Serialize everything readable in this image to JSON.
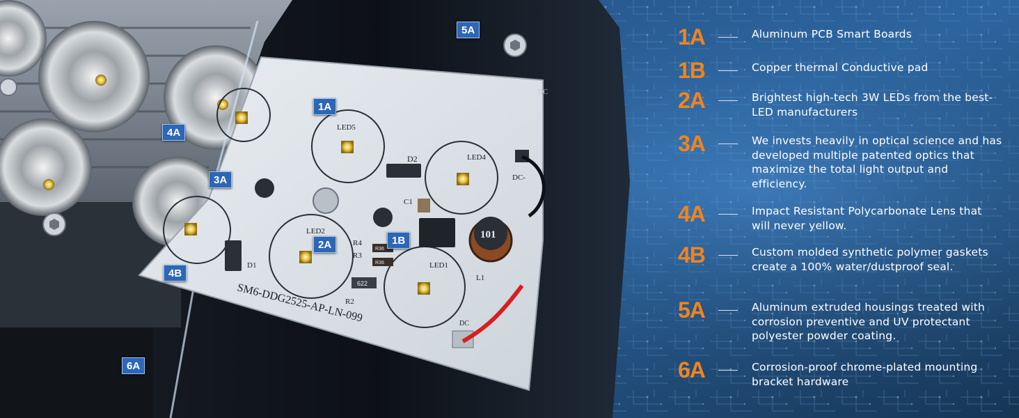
{
  "image": {
    "callouts": {
      "c5a": "5A",
      "c1a": "1A",
      "c4a": "4A",
      "c3a": "3A",
      "c2a": "2A",
      "c1b": "1B",
      "c4b": "4B",
      "c6a": "6A"
    },
    "board": {
      "silkscreen": "SM6-DDG2525-AP-LN-099",
      "led5": "LED5",
      "led4": "LED4",
      "led2": "LED2",
      "led1": "LED1",
      "d2": "D2",
      "d1": "D1",
      "c1": "C1",
      "r4": "R4",
      "r3": "R3",
      "r2": "R2",
      "r3_code": "R36",
      "r4_code": "R36",
      "r2_code": "622",
      "l1": "L1",
      "inductor_code": "101",
      "dc_minus": "DC-",
      "dc_top": "DC",
      "dc_bottom": "DC"
    }
  },
  "specs": [
    {
      "code": "1A",
      "text": "Aluminum PCB Smart Boards"
    },
    {
      "code": "1B",
      "text": "Copper thermal Conductive pad"
    },
    {
      "code": "2A",
      "text": "Brightest high-tech 3W LEDs from the best-LED manufacturers"
    },
    {
      "code": "3A",
      "text": "We invests heavily in optical science and has developed multiple patented optics that maximize the total light output and efficiency."
    },
    {
      "code": "4A",
      "text": "Impact Resistant Polycarbonate Lens that will never yellow."
    },
    {
      "code": "4B",
      "text": "Custom molded synthetic polymer gaskets create a 100% water/dustproof seal."
    },
    {
      "code": "5A",
      "text": "Aluminum extruded housings treated with corrosion preventive and UV protectant polyester powder coating."
    },
    {
      "code": "6A",
      "text": "Corrosion-proof chrome-plated mounting bracket hardware"
    }
  ],
  "colors": {
    "accent_orange": "#f0841e",
    "callout_blue": "#2d66b5",
    "background_blue": "#17324f"
  }
}
